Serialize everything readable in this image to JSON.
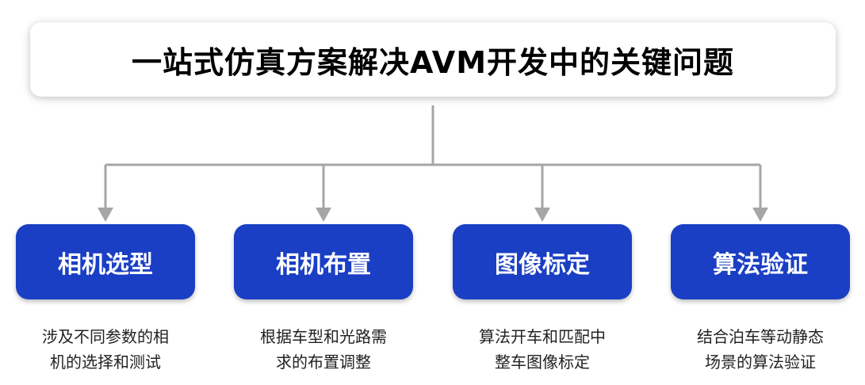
{
  "title": "一站式仿真方案解决AVM开发中的关键问题",
  "colors": {
    "node_fill": "#1a3fc4",
    "connector": "#a6a6a6",
    "title_text": "#000000"
  },
  "nodes": [
    {
      "label": "相机选型",
      "desc_line1": "涉及不同参数的相",
      "desc_line2": "机的选择和测试"
    },
    {
      "label": "相机布置",
      "desc_line1": "根据车型和光路需",
      "desc_line2": "求的布置调整"
    },
    {
      "label": "图像标定",
      "desc_line1": "算法开车和匹配中",
      "desc_line2": "整车图像标定"
    },
    {
      "label": "算法验证",
      "desc_line1": "结合泊车等动静态",
      "desc_line2": "场景的算法验证"
    }
  ]
}
